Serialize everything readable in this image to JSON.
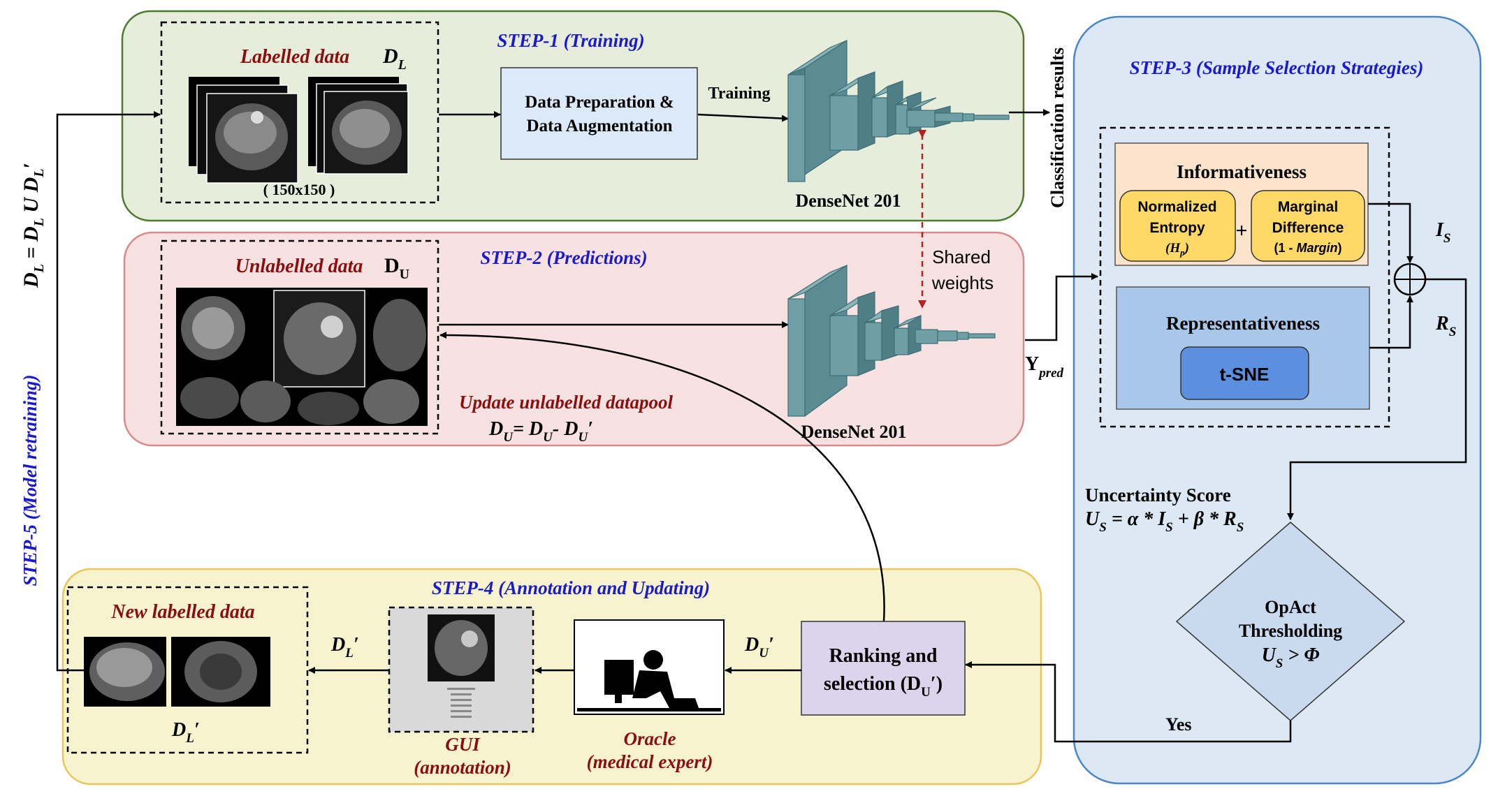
{
  "steps": {
    "step1": "STEP-1 (Training)",
    "step2": "STEP-2 (Predictions)",
    "step3": "STEP-3 (Sample Selection Strategies)",
    "step4": "STEP-4 (Annotation and Updating)",
    "step5": "STEP-5 (Model retraining)"
  },
  "step1": {
    "labelled_data": "Labelled data",
    "dl_main": "D",
    "dl_sub": "L",
    "size": "( 150x150 )",
    "prep_line1": "Data Preparation &",
    "prep_line2": "Data Augmentation",
    "training": "Training",
    "model": "DenseNet 201",
    "classification_results": "Classification results"
  },
  "step2": {
    "unlabelled_data": "Unlabelled data",
    "du_main": "D",
    "du_sub": "U",
    "update_pool": "Update unlabelled datapool",
    "eq_d": "D",
    "eq_u": "U",
    "eq_mid": "= D",
    "eq_u2": "U",
    "eq_minus": "- D",
    "eq_u3": "U",
    "eq_prime": "′",
    "model": "DenseNet 201",
    "shared_1": "Shared",
    "shared_2": "weights",
    "ypred_main": "Y",
    "ypred_sub": "pred"
  },
  "step3": {
    "informativeness": "Informativeness",
    "entropy_1": "Normalized",
    "entropy_2": "Entropy",
    "entropy_3": "H",
    "entropy_3sub": "p",
    "plus": "+",
    "margin_1": "Marginal",
    "margin_2": "Difference",
    "margin_3": "(1 - ",
    "margin_3i": "Margin",
    "margin_3e": ")",
    "representativeness": "Representativeness",
    "tsne": "t-SNE",
    "is_main": "I",
    "is_sub": "S",
    "rs_main": "R",
    "rs_sub": "S",
    "uncertainty_title": "Uncertainty Score",
    "us_formula_1": "U",
    "us_formula_sub": "S",
    "us_formula_2": " = α * I",
    "us_formula_sub2": "S",
    "us_formula_3": " + β * R",
    "us_formula_sub3": "S",
    "opact_1": "OpAct",
    "opact_2": "Thresholding",
    "opact_3": "U",
    "opact_3sub": "S",
    "opact_3b": "  >  Φ",
    "yes": "Yes"
  },
  "step4": {
    "new_labelled": "New labelled data",
    "dl_prime": "D",
    "dl_prime_sub": "L",
    "prime": "′",
    "gui_1": "GUI",
    "gui_2": "(annotation)",
    "oracle_1": "Oracle",
    "oracle_2": "(medical expert)",
    "ranking_1": "Ranking and",
    "ranking_2": "selection (D",
    "ranking_sub": "U",
    "ranking_end": "′)",
    "du_prime": "D",
    "du_prime_sub": "U"
  },
  "step5": {
    "eq_main": "D",
    "eq_sub": "L",
    "eq_rest": " = D",
    "eq_sub2": "L",
    "eq_union": " U D",
    "eq_sub3": "L",
    "eq_prime": "′"
  },
  "colors": {
    "step1_fill": "#e6eedb",
    "step1_stroke": "#4d7a2e",
    "step2_fill": "#f8e1e1",
    "step2_stroke": "#d98a8a",
    "step3_fill": "#dce8f4",
    "step3_stroke": "#4a86c8",
    "step4_fill": "#f8f3cf",
    "step4_stroke": "#e8c65a",
    "prep_fill": "#dbe9f8",
    "info_fill": "#fbe3cc",
    "entropy_fill": "#ffd966",
    "rep_fill": "#a9c7e8",
    "tsne_fill": "#5b8fe0",
    "ranking_fill": "#dcd4ec",
    "diamond_fill": "#c9daee",
    "cnn_fill": "#6f9fa6"
  }
}
